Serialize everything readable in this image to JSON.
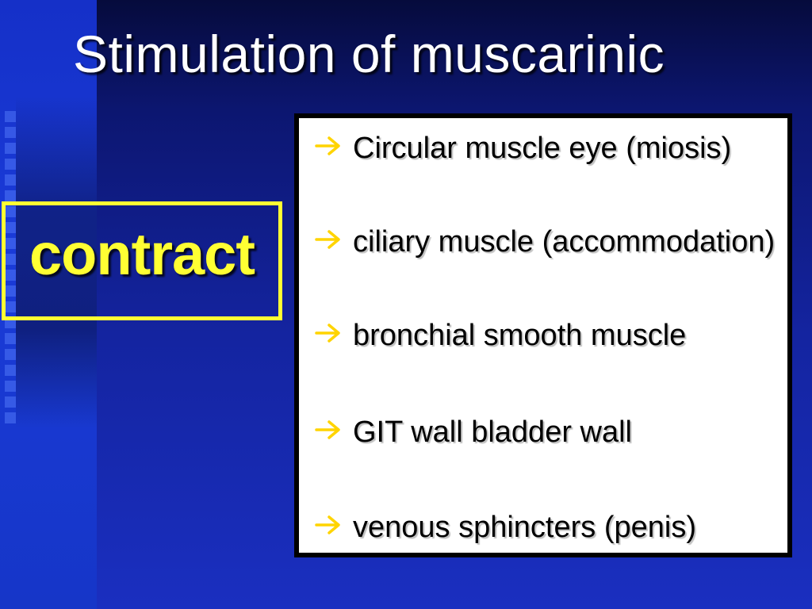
{
  "slide": {
    "title": "Stimulation of muscarinic",
    "callout": "contract",
    "accent_color": "#ffff33",
    "arrow_color": "#ffd400",
    "items": [
      {
        "text_a": "Circular muscle eye (",
        "text_b": "miosis",
        "text_c": ")"
      },
      {
        "text_a": "ciliary muscle (",
        "text_b": "accommodation",
        "text_c": ")"
      },
      {
        "text_a": "bronchial smooth muscle"
      },
      {
        "text_a": "GIT wall bladder wall"
      },
      {
        "text_a": "venous sphincters (penis)"
      }
    ]
  }
}
